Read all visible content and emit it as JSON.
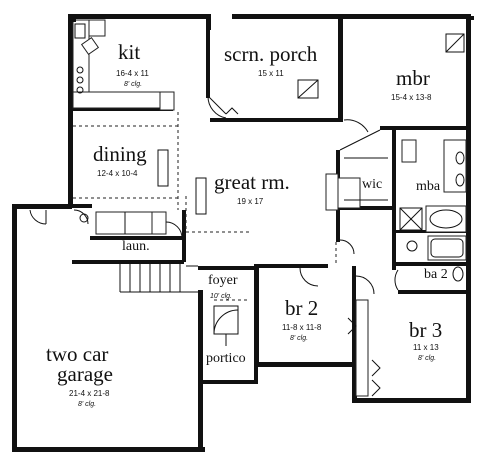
{
  "rooms": {
    "kit": {
      "name": "kit",
      "dims": "16-4 x 11",
      "ceiling": "8' clg."
    },
    "screen_porch": {
      "name": "scrn. porch",
      "dims": "15 x 11"
    },
    "mbr": {
      "name": "mbr",
      "dims": "15-4 x 13-8"
    },
    "dining": {
      "name": "dining",
      "dims": "12-4 x 10-4"
    },
    "great_room": {
      "name": "great rm.",
      "dims": "19 x 17"
    },
    "wic": {
      "name": "wic"
    },
    "mba": {
      "name": "mba"
    },
    "laundry": {
      "name": "laun."
    },
    "ba2": {
      "name": "ba 2"
    },
    "foyer": {
      "name": "foyer",
      "ceiling": "10' clg."
    },
    "br2": {
      "name": "br 2",
      "dims": "11-8 x 11-8",
      "ceiling": "8' clg."
    },
    "br3": {
      "name": "br 3",
      "dims": "11 x 13",
      "ceiling": "8' clg."
    },
    "portico": {
      "name": "portico"
    },
    "garage": {
      "name_line1": "two car",
      "name_line2": "garage",
      "dims": "21-4 x 21-8",
      "ceiling": "8' clg."
    }
  }
}
